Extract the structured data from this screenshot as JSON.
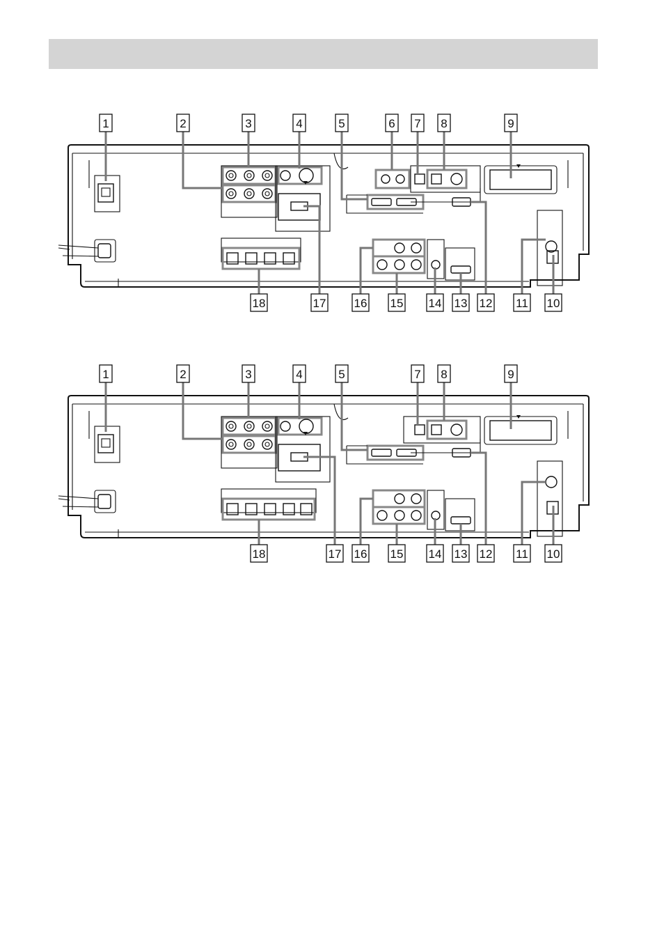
{
  "header": {
    "title": ""
  },
  "callouts": [
    "1",
    "2",
    "3",
    "4",
    "5",
    "6",
    "7",
    "8",
    "9",
    "10",
    "11",
    "12",
    "13",
    "14",
    "15",
    "16",
    "17",
    "18"
  ],
  "panel_top": {
    "callouts": [
      "1",
      "2",
      "3",
      "4",
      "5",
      "6",
      "7",
      "8",
      "9",
      "18",
      "17",
      "16",
      "15",
      "14",
      "13",
      "12",
      "11",
      "10"
    ]
  },
  "panel_bottom": {
    "callouts": [
      "1",
      "2",
      "3",
      "4",
      "5",
      "7",
      "8",
      "9",
      "18",
      "17",
      "16",
      "15",
      "14",
      "13",
      "12",
      "11",
      "10"
    ]
  },
  "colors": {
    "header_bar": "#d4d4d4",
    "leader_line": "#888888",
    "line": "#111111"
  }
}
